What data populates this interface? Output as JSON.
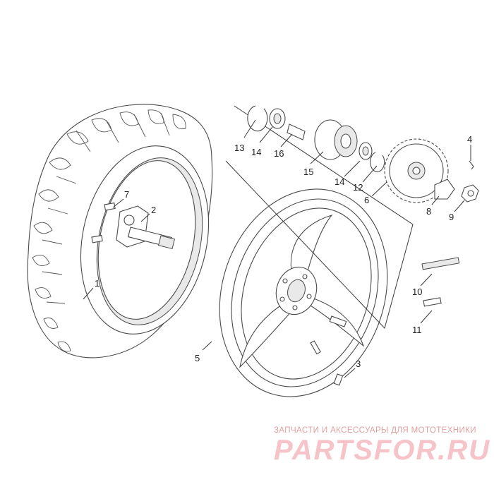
{
  "callouts": {
    "c1": "1",
    "c2": "2",
    "c3": "3",
    "c4": "4",
    "c5": "5",
    "c6": "6",
    "c7": "7",
    "c8": "8",
    "c9": "9",
    "c10": "10",
    "c11": "11",
    "c12": "12",
    "c13": "13",
    "c14a": "14",
    "c14b": "14",
    "c15": "15",
    "c16": "16"
  },
  "watermark": {
    "tagline": "ЗАПЧАСТИ И АКСЕССУАРЫ ДЛЯ МОТОТЕХНИКИ",
    "logo": "PARTSFOR.RU"
  }
}
